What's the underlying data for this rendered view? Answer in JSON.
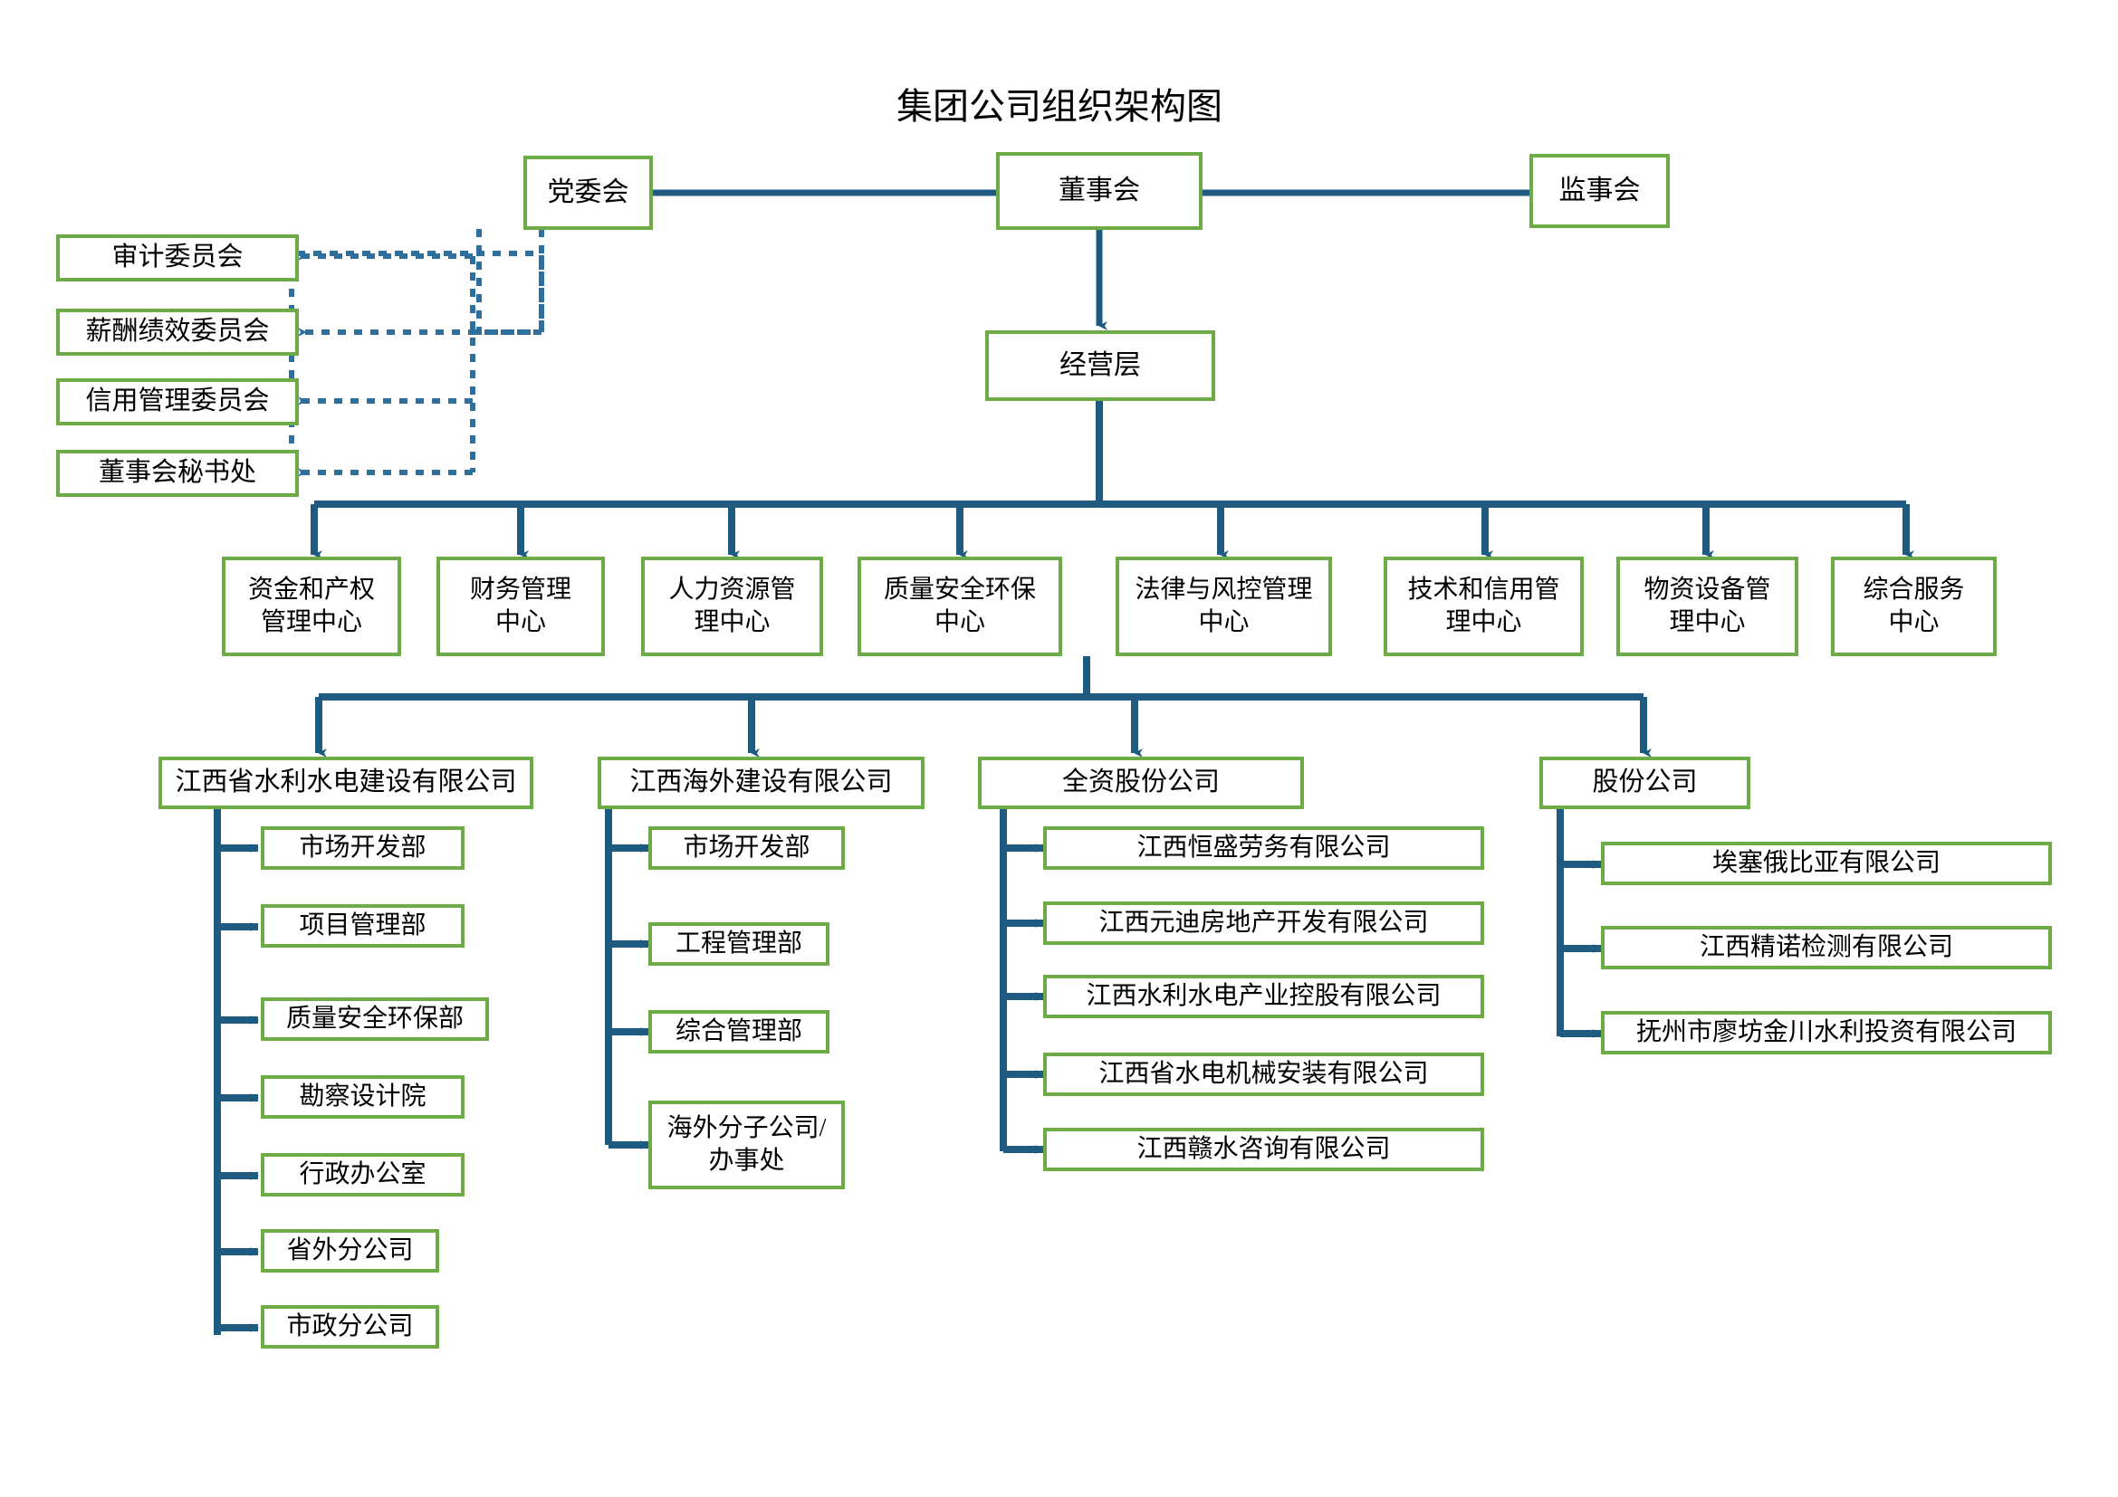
{
  "title": "集团公司组织架构图",
  "colors": {
    "box_border": "#6cab46",
    "connector": "#1f5a80",
    "dashed_connector": "#2e6f9e",
    "text": "#000000",
    "background": "#ffffff"
  },
  "top_level": {
    "party_committee": "党委会",
    "board_of_directors": "董事会",
    "board_of_supervisors": "监事会",
    "management_layer": "经营层"
  },
  "committees": [
    {
      "label": "审计委员会"
    },
    {
      "label": "薪酬绩效委员会"
    },
    {
      "label": "信用管理委员会"
    },
    {
      "label": "董事会秘书处"
    }
  ],
  "centers": [
    {
      "label": "资金和产权\n管理中心"
    },
    {
      "label": "财务管理\n中心"
    },
    {
      "label": "人力资源管\n理中心"
    },
    {
      "label": "质量安全环保\n中心"
    },
    {
      "label": "法律与风控管理\n中心"
    },
    {
      "label": "技术和信用管\n理中心"
    },
    {
      "label": "物资设备管\n理中心"
    },
    {
      "label": "综合服务\n中心"
    }
  ],
  "subsidiaries": [
    {
      "name": "江西省水利水电建设有限公司",
      "children": [
        {
          "label": "市场开发部"
        },
        {
          "label": "项目管理部"
        },
        {
          "label": "质量安全环保部"
        },
        {
          "label": "勘察设计院"
        },
        {
          "label": "行政办公室"
        },
        {
          "label": "省外分公司"
        },
        {
          "label": "市政分公司"
        }
      ]
    },
    {
      "name": "江西海外建设有限公司",
      "children": [
        {
          "label": "市场开发部"
        },
        {
          "label": "工程管理部"
        },
        {
          "label": "综合管理部"
        },
        {
          "label": "海外分子公司/\n办事处"
        }
      ]
    },
    {
      "name": "全资股份公司",
      "children": [
        {
          "label": "江西恒盛劳务有限公司"
        },
        {
          "label": "江西元迪房地产开发有限公司"
        },
        {
          "label": "江西水利水电产业控股有限公司"
        },
        {
          "label": "江西省水电机械安装有限公司"
        },
        {
          "label": "江西赣水咨询有限公司"
        }
      ]
    },
    {
      "name": "股份公司",
      "children": [
        {
          "label": "埃塞俄比亚有限公司"
        },
        {
          "label": "江西精诺检测有限公司"
        },
        {
          "label": "抚州市廖坊金川水利投资有限公司"
        }
      ]
    }
  ]
}
